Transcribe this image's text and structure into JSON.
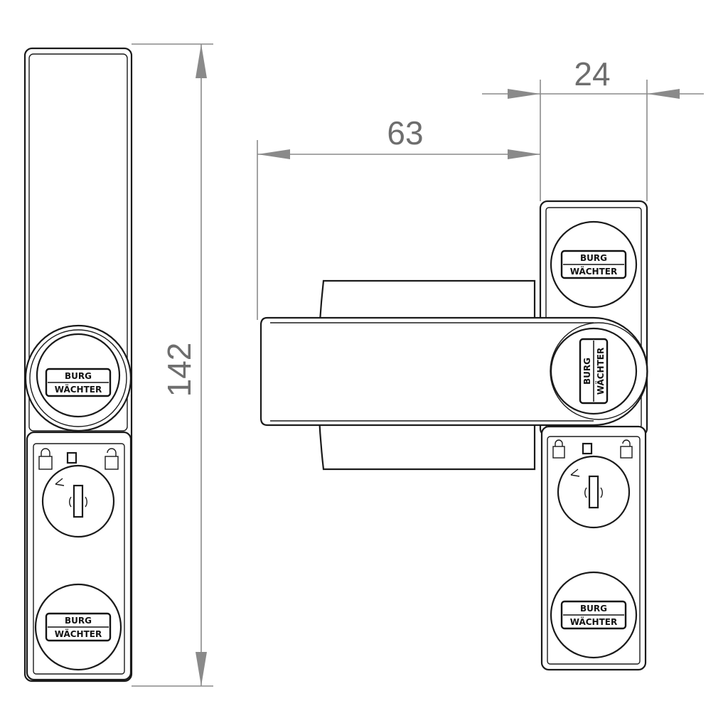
{
  "dimensions": {
    "height_label": "142",
    "lever_length_label": "63",
    "plate_width_label": "24"
  },
  "logo": {
    "line1": "BURG",
    "line2": "WÄCHTER"
  },
  "colors": {
    "outline": "#1a1a1a",
    "dimension": "#8a8a8a"
  }
}
